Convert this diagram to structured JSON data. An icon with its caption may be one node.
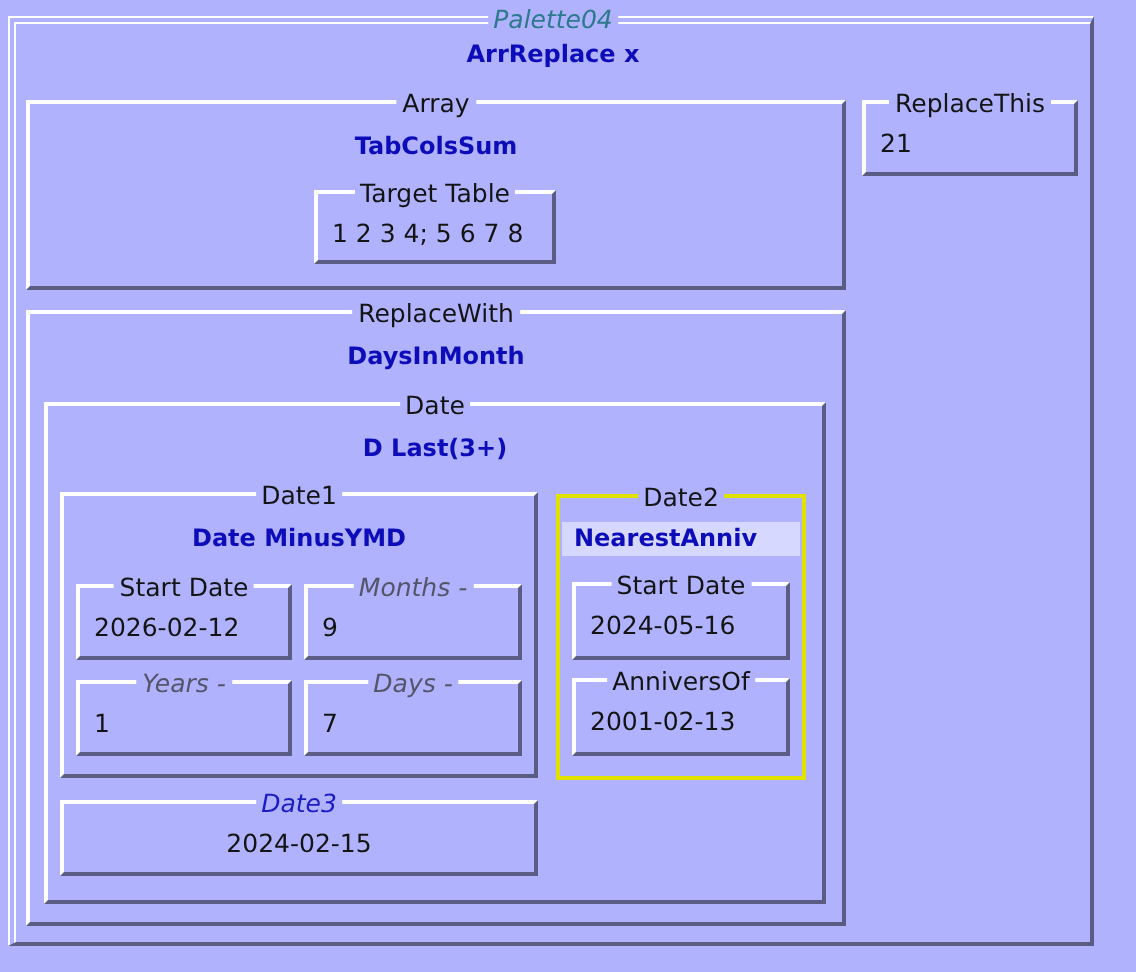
{
  "diagram": {
    "nodes": [
      {
        "text": [
          "Palette04",
          "ArrReplace x"
        ]
      },
      {
        "text": [
          "Array",
          "TabColsSum"
        ],
        "in": 0
      },
      {
        "text": [
          "Target Table",
          "1 2 3 4; 5 6 7 8"
        ],
        "in": 1
      },
      {
        "text": [
          "ReplaceThis",
          "21"
        ],
        "in": 0
      },
      {
        "text": [
          "ReplaceWith",
          "DaysInMonth"
        ],
        "in": 0
      },
      {
        "text": [
          "Date",
          "D Last(3+)"
        ],
        "in": 4
      },
      {
        "text": [
          "Date1",
          "Date MinusYMD"
        ],
        "in": 5
      },
      {
        "text": [
          "Start Date",
          "2026-02-12"
        ],
        "in": 6
      },
      {
        "text": [
          "Months -",
          "9"
        ],
        "in": 6
      },
      {
        "text": [
          "Years -",
          "1"
        ],
        "in": 6
      },
      {
        "text": [
          "Days -",
          "7"
        ],
        "in": 6
      },
      {
        "text": [
          "Date2",
          "NearestAnniv"
        ],
        "in": 5
      },
      {
        "text": [
          "Start Date",
          "2024-05-16"
        ],
        "in": 11
      },
      {
        "text": [
          "AnniversOf",
          "2001-02-13"
        ],
        "in": 11
      },
      {
        "text": [
          "Date3",
          "2024-02-15"
        ],
        "in": 5
      }
    ]
  }
}
